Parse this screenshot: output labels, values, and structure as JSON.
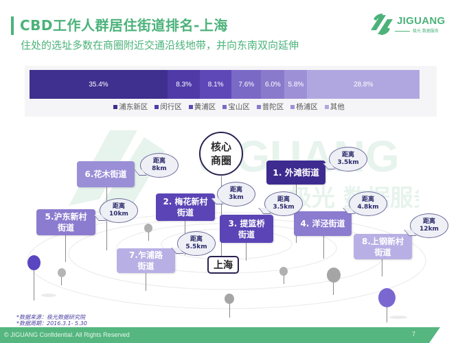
{
  "header": {
    "title": "CBD工作人群居住街道排名-上海",
    "subtitle": "住处的选址多数在商圈附近交通沿线地带，并向东南双向延伸"
  },
  "logo": {
    "brand": "JIGUANG",
    "tagline": "极光 数据服务",
    "watermark_text": "JIGUANG",
    "watermark_sub": "极光 数据服务"
  },
  "colors": {
    "brand_green": "#4bb27a",
    "seg_pudong": "#3f2f8e",
    "seg_minhang": "#4f3aa8",
    "seg_huangpu": "#5e48b8",
    "seg_baoshan": "#7b69c6",
    "seg_putuo": "#8a7acb",
    "seg_yangpu": "#9d90d6",
    "seg_other": "#b1a7e0"
  },
  "chart_data": {
    "type": "bar",
    "orientation": "horizontal-stacked-100",
    "title": "",
    "categories": [
      "浦东新区",
      "闵行区",
      "黄浦区",
      "宝山区",
      "普陀区",
      "杨浦区",
      "其他"
    ],
    "values": [
      35.4,
      8.3,
      8.1,
      7.6,
      6.0,
      5.8,
      28.8
    ],
    "labels": [
      "35.4%",
      "8.3%",
      "8.1%",
      "7.6%",
      "6.0%",
      "5.8%",
      "28.8%"
    ],
    "unit": "%",
    "legend_position": "bottom",
    "grid": false
  },
  "legend": [
    {
      "label": "浦东新区",
      "color": "#3f2f8e"
    },
    {
      "label": "闵行区",
      "color": "#4f3aa8"
    },
    {
      "label": "黄浦区",
      "color": "#5e48b8"
    },
    {
      "label": "宝山区",
      "color": "#7b69c6"
    },
    {
      "label": "普陀区",
      "color": "#8a7acb"
    },
    {
      "label": "杨浦区",
      "color": "#9d90d6"
    },
    {
      "label": "其他",
      "color": "#b1a7e0"
    }
  ],
  "diagram": {
    "core": {
      "line1": "核心",
      "line2": "商圈"
    },
    "city": "上海",
    "streets": [
      {
        "rank": 1,
        "line1": "1. 外滩街道",
        "line2": "",
        "distance_label": "距离",
        "distance": "3.5km"
      },
      {
        "rank": 2,
        "line1": "2. 梅花新村",
        "line2": "街道",
        "distance_label": "距离",
        "distance": "3km"
      },
      {
        "rank": 3,
        "line1": "3. 提篮桥",
        "line2": "街道",
        "distance_label": "距离",
        "distance": "3.5km"
      },
      {
        "rank": 4,
        "line1": "4. 洋泾街道",
        "line2": "",
        "distance_label": "距离",
        "distance": "4.8km"
      },
      {
        "rank": 5,
        "line1": "5.沪东新村",
        "line2": "街道",
        "distance_label": "距离",
        "distance": "10km"
      },
      {
        "rank": 6,
        "line1": "6.花木街道",
        "line2": "",
        "distance_label": "距离",
        "distance": "8km"
      },
      {
        "rank": 7,
        "line1": "7.乍浦路",
        "line2": "街道",
        "distance_label": "距离",
        "distance": "5.5km"
      },
      {
        "rank": 8,
        "line1": "8.上钢新村",
        "line2": "街道",
        "distance_label": "距离",
        "distance": "12km"
      }
    ]
  },
  "source": {
    "line1": "*数据来源：极光数据研究院",
    "line2": "*数据周期：2016.3.1- 5.30"
  },
  "footer": {
    "copyright": "© JIGUANG Confidential. All Rights Reserved",
    "page": "7"
  }
}
